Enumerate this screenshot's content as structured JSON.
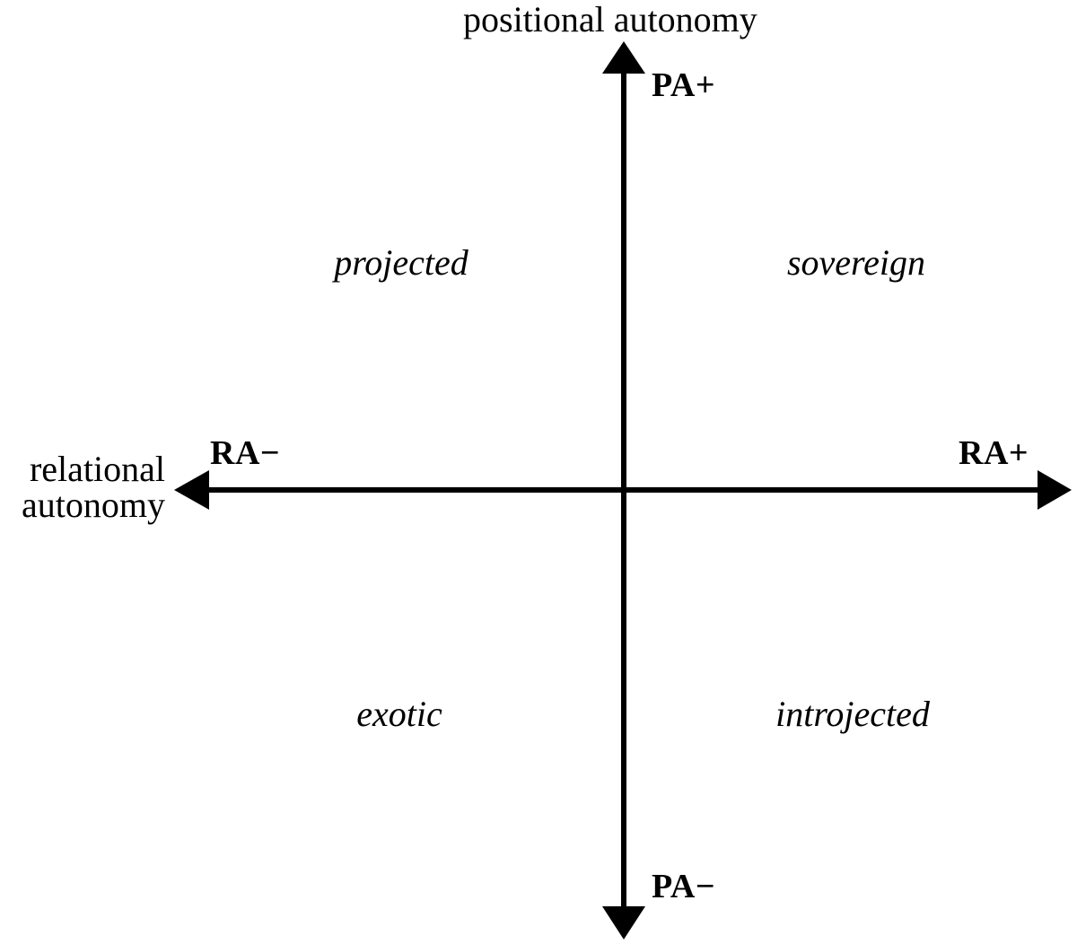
{
  "diagram": {
    "type": "two-axis quadrant diagram",
    "axes": {
      "vertical": {
        "name": "positional autonomy",
        "positive_pole": "PA+",
        "negative_pole": "PA−"
      },
      "horizontal": {
        "name_line1": "relational",
        "name_line2": "autonomy",
        "positive_pole": "RA+",
        "negative_pole": "RA−"
      }
    },
    "quadrants": [
      {
        "id": "top-left",
        "label": "projected"
      },
      {
        "id": "top-right",
        "label": "sovereign"
      },
      {
        "id": "bottom-left",
        "label": "exotic"
      },
      {
        "id": "bottom-right",
        "label": "introjected"
      }
    ],
    "colors": {
      "background": "#ffffff",
      "ink": "#000000"
    }
  }
}
